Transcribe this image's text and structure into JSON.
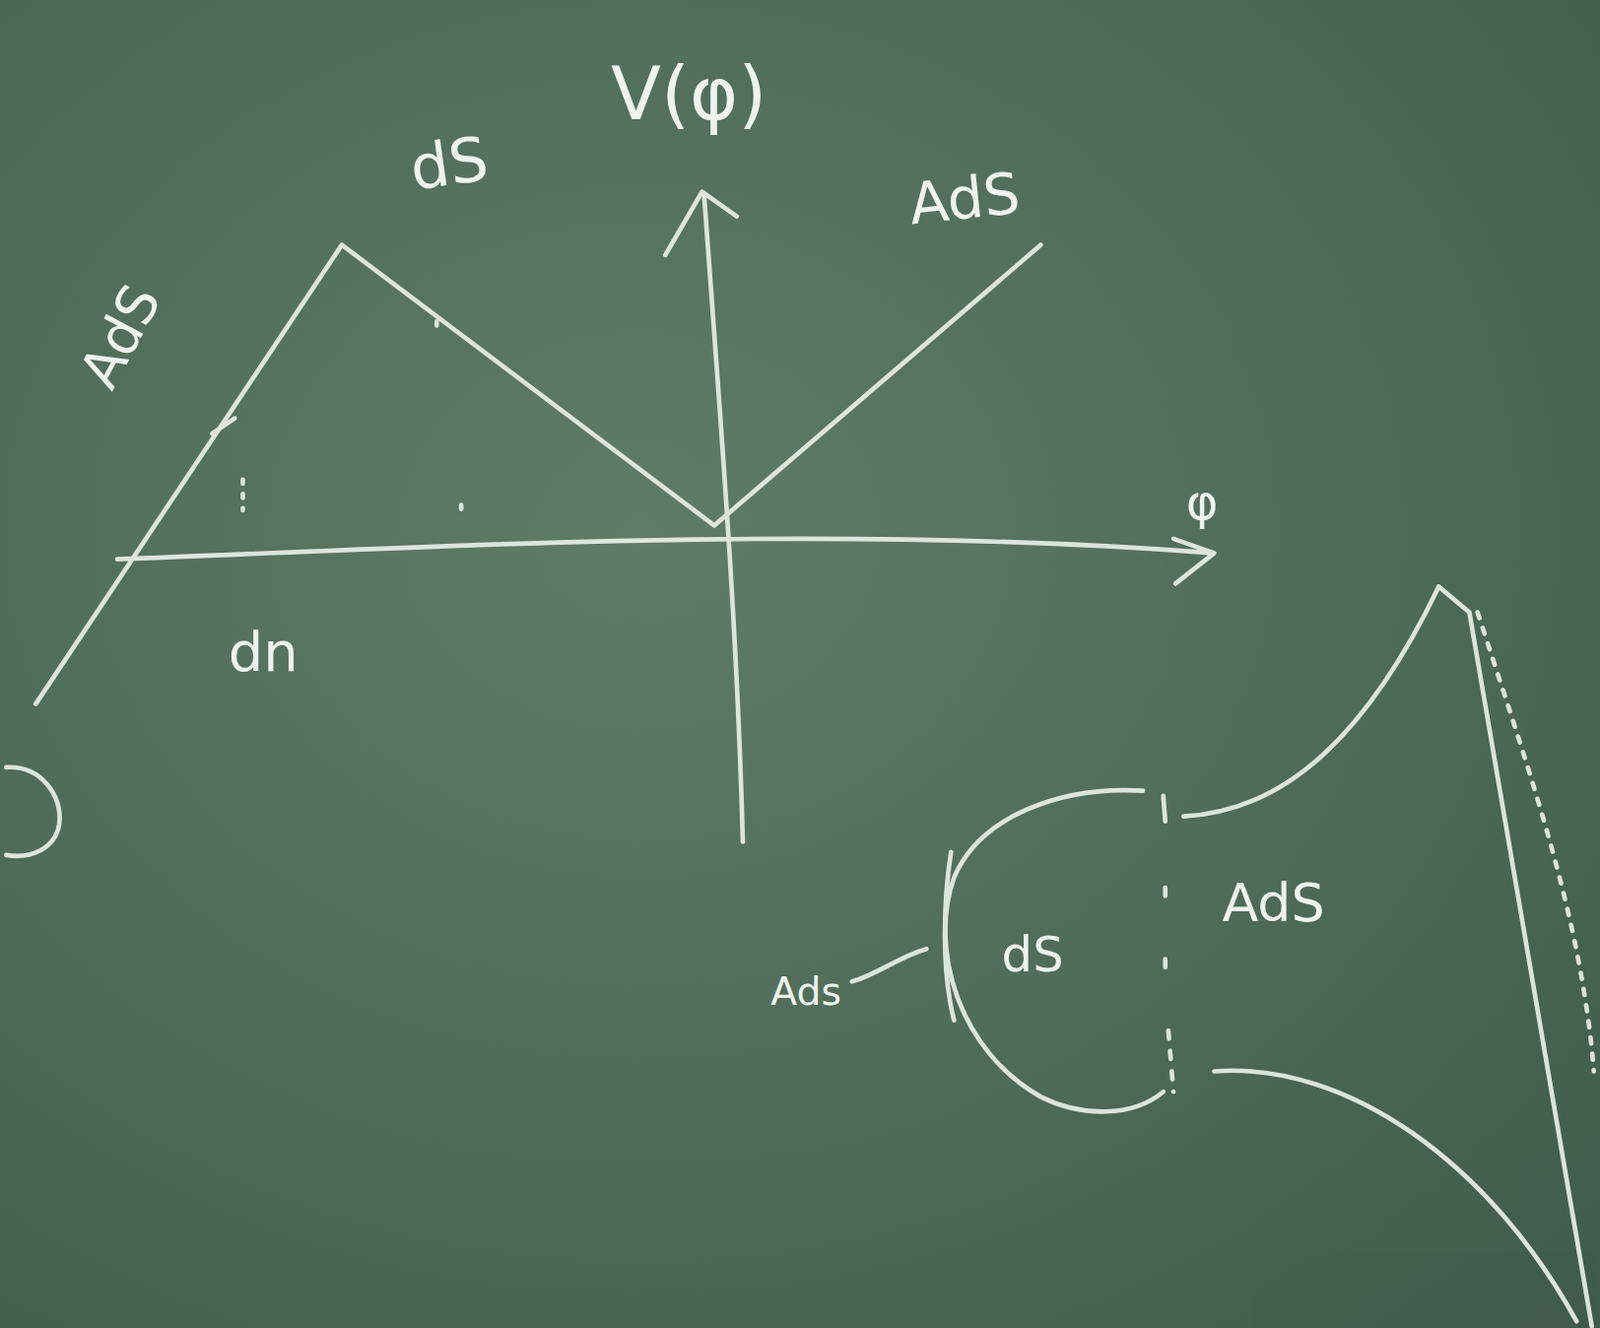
{
  "diagram": {
    "labels": [
      "V(φ)",
      "dS",
      "AdS",
      "AdS",
      "φ",
      "dn",
      "Ads",
      "dS",
      "AdS"
    ]
  }
}
